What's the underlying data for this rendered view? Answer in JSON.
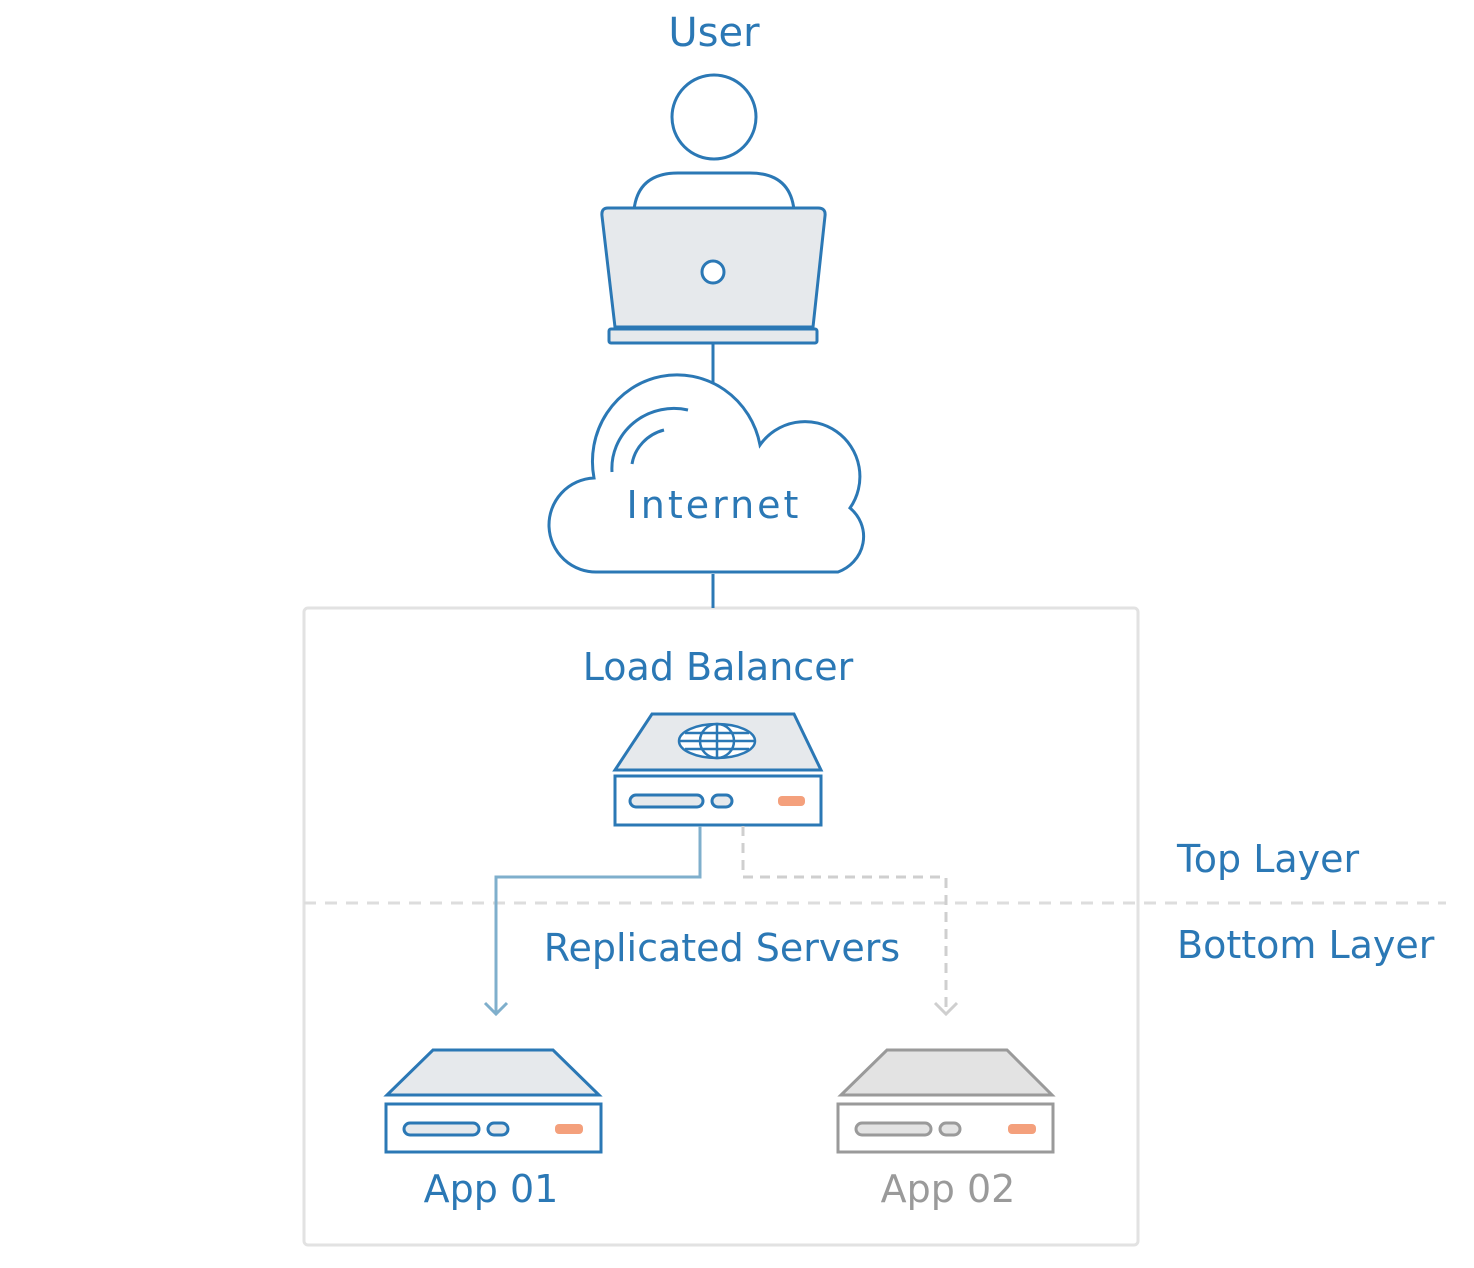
{
  "labels": {
    "user": "User",
    "internet": "Internet",
    "load_balancer": "Load Balancer",
    "top_layer": "Top Layer",
    "bottom_layer": "Bottom Layer",
    "replicated_servers": "Replicated Servers",
    "app_01": "App 01",
    "app_02": "App 02"
  },
  "colors": {
    "primary": "#2b78b5",
    "active_link": "#7fafcc",
    "inactive": "#9a9a9a",
    "dashed": "#cfcfcf",
    "device_fill": "#e6e9ec",
    "inactive_fill": "#e3e3e3",
    "indicator": "#f4a07c",
    "frame": "#e2e2e2"
  },
  "icons": [
    "user-icon",
    "laptop-icon",
    "cloud-icon",
    "load-balancer-icon",
    "globe-icon",
    "server-icon"
  ]
}
